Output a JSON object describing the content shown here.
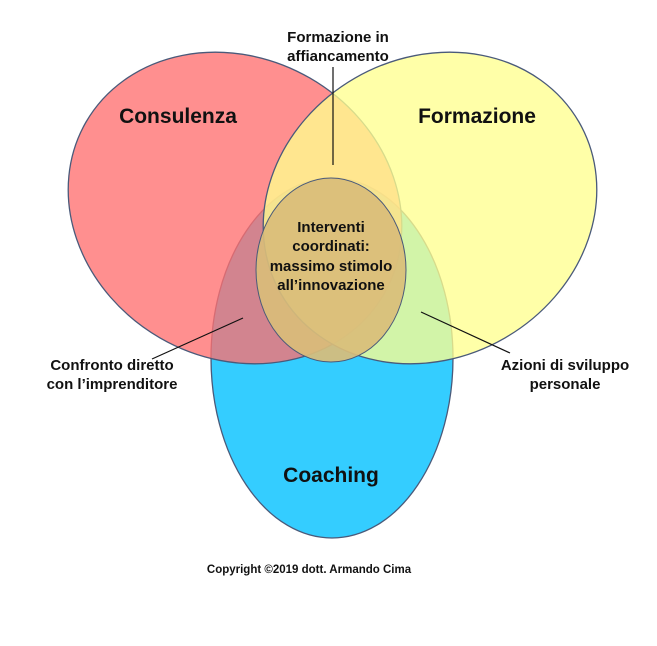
{
  "sets": {
    "consulenza": {
      "label": "Consulenza",
      "color": "#FF6F6F"
    },
    "formazione": {
      "label": "Formazione",
      "color": "#FFFF8F"
    },
    "coaching": {
      "label": "Coaching",
      "color": "#1EC8FF"
    }
  },
  "intersections": {
    "consulenza_formazione": {
      "line1": "Formazione in",
      "line2": "affiancamento"
    },
    "consulenza_coaching": {
      "line1": "Confronto diretto",
      "line2": "con l’imprenditore"
    },
    "formazione_coaching": {
      "line1": "Azioni di sviluppo",
      "line2": "personale"
    },
    "center": {
      "line1": "Interventi",
      "line2": "coordinati:",
      "line3": "massimo stimolo",
      "line4": "all’innovazione"
    }
  },
  "copyright": "Copyright ©2019 dott. Armando Cima",
  "colors": {
    "outline": "#4A5A7A",
    "region_consulenza_formazione": "#FFC27A",
    "region_consulenza_coaching": "#B37A8A",
    "region_formazione_coaching": "#A6E6A8",
    "region_center": "#D9BD79"
  }
}
